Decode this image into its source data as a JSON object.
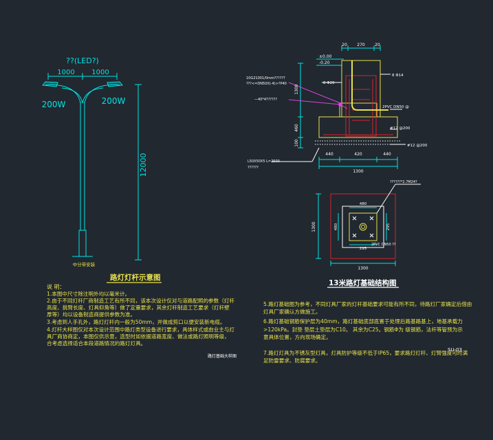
{
  "lamp": {
    "type_label": "??(LED?)",
    "arm_left": "1000",
    "arm_right": "1000",
    "power_left": "200W",
    "power_right": "200W",
    "height": "12000",
    "base_label": "中分带安装",
    "title": "路灯灯杆示意图"
  },
  "foundation": {
    "title": "13米路灯基础结构图",
    "top_dims": [
      "20",
      "270",
      "20"
    ],
    "level": "±0.00",
    "level2": "-0.20",
    "left_dims": [
      "1300",
      "460",
      "100"
    ],
    "rebar1": "8 Φ20",
    "rebar2": "8 Φ14",
    "rebar3": "#12 @200",
    "rebar4": "#12 @200",
    "pipe": "2PVC DN50 @",
    "bottom_dims": [
      "440",
      "420",
      "440"
    ],
    "bottom_total": "1300",
    "lead1": "10G21001/0mm??????",
    "lead2": "???<=DN50X(-4)>?P40",
    "lead3": "—40*4??????",
    "lead4": "L50X50X5 L=2500",
    "lead5": "??????",
    "plan_top": "??????*2.7M24?",
    "plan_dims": [
      "480",
      "480",
      "295",
      "295"
    ],
    "plan_total": "1300",
    "plan_side": "1300",
    "plan_pipe": "2PVC DN50 ??"
  },
  "notes_left": {
    "heading": "说 明：",
    "lines": [
      "1.本图中尺寸除注明外均以毫米计。",
      "2.由于不同灯杆厂商制造工艺有所不同，该本次设计仅对与道路配照的参数（灯杆",
      "  高度、挑臂长度、灯具仰角等）做了定量要求，其余灯杆制造工艺要求（灯杆壁",
      "  厚等）均以设备制造商提供参数为准。",
      "3.考虑到人手孔外，路灯灯杆内一般为50mm，并做成剪口以便安装新电缆。",
      "4.灯杆大样图仅对本次设计范围中路灯类型设备进行要求，具体样式或由业主与灯",
      "  具厂商协商定，本图仅供示意，选型时如依据道路宽度、做法或路灯照明等级，",
      "  合考虑选择适合本段道路情况的路灯灯具。"
    ],
    "stamp": "路灯基础大样图"
  },
  "notes_right": {
    "lines": [
      "5.路灯基础图为参考，不同灯具厂家的灯杆基础要求可能有所不同，待路灯厂家确定后借由",
      "  灯具厂家确认方做施工。",
      "6.路灯基础钢筋保护层为40mm，路灯基础底部底置于处理后路基路基上，地基承载力",
      "  >120kPa。封垫 垫层土垫层为C10。  其余为C25。钢筋Φ为 级钢筋，法杆等管预为示",
      "  意具体位置，方向现场确定。",
      "7.路灯灯具为不锈灰型灯具，灯具防护等级不低于IP65，要求路灯灯杆、灯臂强度可时满",
      "  足防雷要求、防腐要求。"
    ],
    "sheet_no": "SU-03"
  },
  "colors": {
    "background": "#212830",
    "cyan": "#00e5e5",
    "yellow": "#e9e24a",
    "red": "#e0202a",
    "magenta": "#e040e0",
    "white": "#ffffff",
    "green": "#33dd33"
  }
}
